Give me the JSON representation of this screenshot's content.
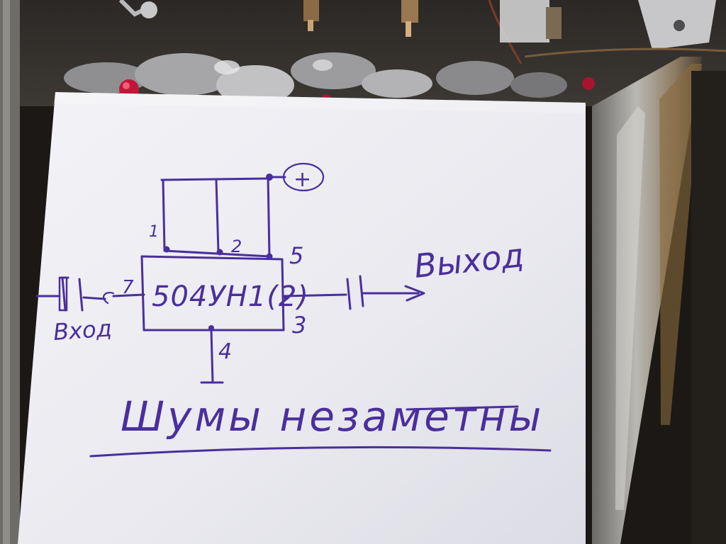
{
  "note": {
    "chip_label": "504УН1(2)",
    "plus_sign": "+",
    "pins": {
      "p1": "1",
      "p2": "2",
      "p3": "3",
      "p4": "4",
      "p5": "5",
      "p7": "7"
    },
    "output_label": "Выход",
    "input_label": "Вход",
    "caption": "Шумы незаметны"
  },
  "colors": {
    "ink": "#4a2f9c",
    "paper": "#eeeef3",
    "background": "#1a1714"
  }
}
